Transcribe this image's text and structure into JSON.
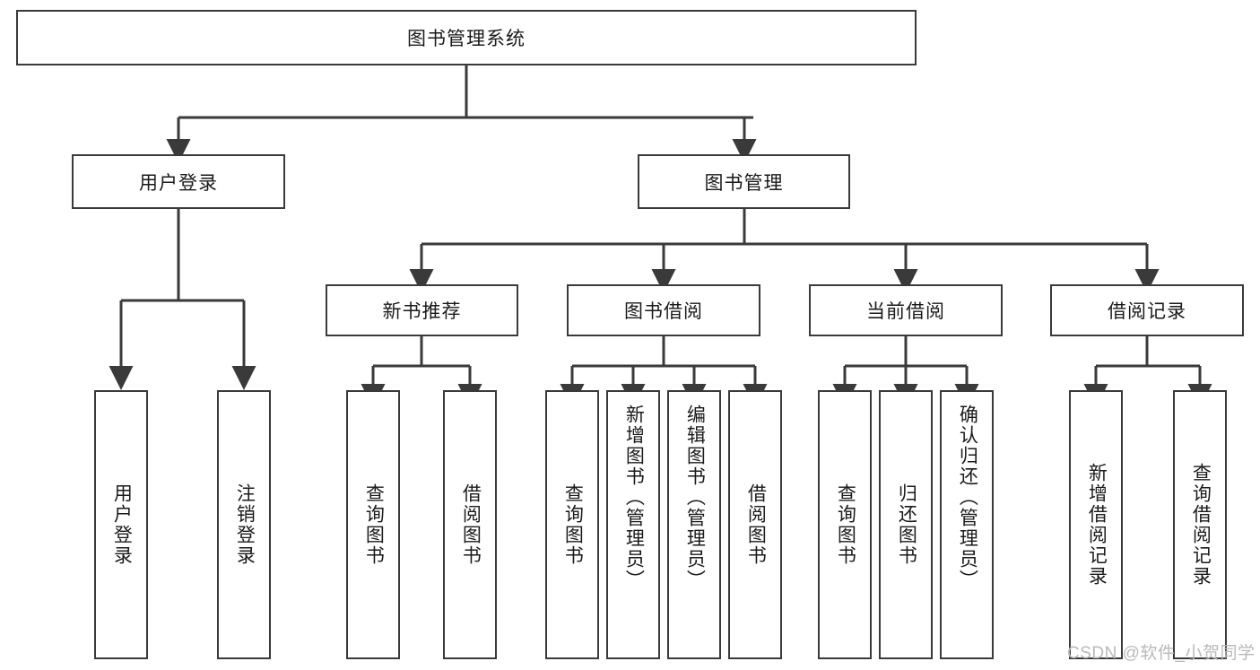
{
  "diagram": {
    "title": "图书管理系统",
    "type": "hierarchy-tree",
    "watermark": "CSDN @软件_小贺同学",
    "colors": {
      "border": "#3a3a3a",
      "background": "#ffffff",
      "text": "#1a1a1a",
      "watermark": "#b9b9b9"
    },
    "root": {
      "label": "图书管理系统"
    },
    "level2": [
      {
        "label": "用户登录"
      },
      {
        "label": "图书管理"
      }
    ],
    "level3": [
      {
        "label": "新书推荐"
      },
      {
        "label": "图书借阅"
      },
      {
        "label": "当前借阅"
      },
      {
        "label": "借阅记录"
      }
    ],
    "leaves": {
      "user_login": [
        {
          "label": "用户登录"
        },
        {
          "label": "注销登录"
        }
      ],
      "new_book": [
        {
          "label": "查询图书"
        },
        {
          "label": "借阅图书"
        }
      ],
      "book_borrow": [
        {
          "label": "查询图书"
        },
        {
          "label": "新增图书（管理员）"
        },
        {
          "label": "编辑图书（管理员）"
        },
        {
          "label": "借阅图书"
        }
      ],
      "current_borrow": [
        {
          "label": "查询图书"
        },
        {
          "label": "归还图书"
        },
        {
          "label": "确认归还（管理员）"
        }
      ],
      "borrow_record": [
        {
          "label": "新增借阅记录"
        },
        {
          "label": "查询借阅记录"
        }
      ]
    }
  }
}
